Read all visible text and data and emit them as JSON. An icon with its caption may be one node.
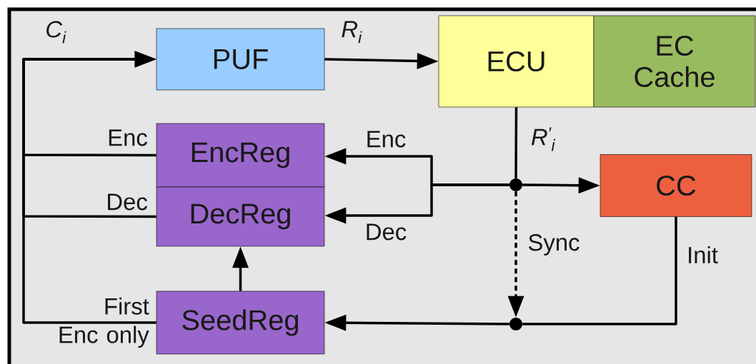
{
  "diagram": {
    "nodes": [
      {
        "text": [
          "PUF"
        ]
      },
      {
        "text": [
          "ECU"
        ]
      },
      {
        "text": [
          "EC Cache"
        ]
      },
      {
        "text": [
          "EncReg"
        ]
      },
      {
        "text": [
          "DecReg"
        ]
      },
      {
        "text": [
          "SeedReg"
        ]
      },
      {
        "text": [
          "CC"
        ]
      },
      {
        "text": [],
        "shape": "circle"
      },
      {
        "text": [],
        "shape": "circle"
      }
    ],
    "edges": [
      {
        "from": 0,
        "to": 1,
        "arrow": "to",
        "label": "R$_{i}$"
      },
      {
        "from": 1,
        "to": 7,
        "arrow": "none",
        "label": "R$^{′}$$_{i}$"
      },
      {
        "from": 7,
        "to": 6,
        "arrow": "to"
      },
      {
        "from": 7,
        "to": 3,
        "arrow": "to",
        "label": "Enc"
      },
      {
        "from": 7,
        "to": 4,
        "arrow": "to",
        "label": "Dec"
      },
      {
        "from": 7,
        "to": 8,
        "arrow": "to",
        "label": "Sync",
        "style": "dashed"
      },
      {
        "from": 6,
        "to": 8,
        "arrow": "none",
        "label": "Init"
      },
      {
        "from": 8,
        "to": 5,
        "arrow": "to"
      },
      {
        "from": 5,
        "to": 4,
        "arrow": "to"
      },
      {
        "from": 3,
        "to": 0,
        "arrow": "to",
        "label": "Enc"
      },
      {
        "from": 4,
        "to": 0,
        "arrow": "to",
        "label": "Dec"
      },
      {
        "from": 5,
        "to": 0,
        "arrow": "to",
        "label": "First Enc only"
      }
    ],
    "labels": [
      "C$_{i}$"
    ]
  }
}
